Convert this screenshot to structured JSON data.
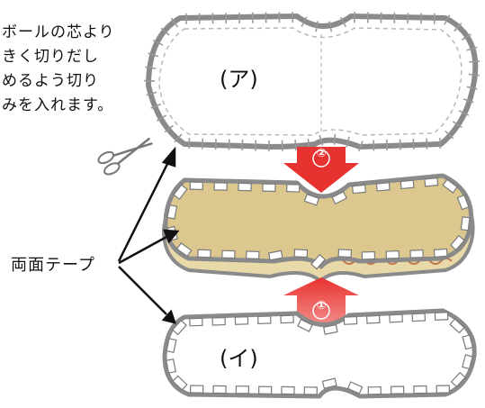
{
  "instruction_lines": [
    "ボールの芯より",
    "きく切りだし",
    "めるよう切り",
    "みを入れます。"
  ],
  "piece_top_label": "(ア)",
  "piece_bottom_label": "(イ)",
  "tape_label": "両面テープ",
  "step_up": "①",
  "step_down": "②",
  "colors": {
    "outline": "#8a8a8a",
    "dash": "#b8b8b8",
    "tan_fill": "#dcc88f",
    "arrow_red": "#e8322f",
    "arrow_red_light": "#f48f8c",
    "wavy": "#c07a4f"
  }
}
